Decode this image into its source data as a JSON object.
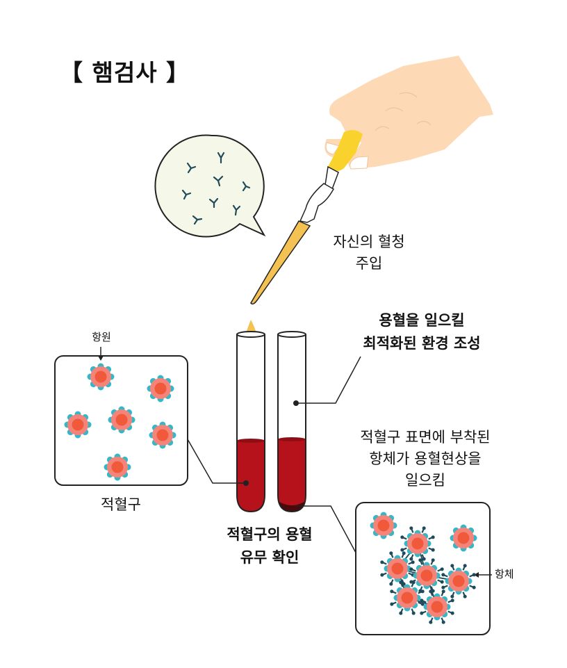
{
  "title": "【 햄검사 】",
  "labels": {
    "serum_line1": "자신의 혈청",
    "serum_line2": "주입",
    "optimal_line1": "용혈을 일으킬",
    "optimal_line2": "최적화된 환경 조성",
    "antibody_effect_line1": "적혈구 표면에 부착된",
    "antibody_effect_line2": "항체가 용혈현상을",
    "antibody_effect_line3": "일으킴",
    "antigen": "항원",
    "rbc": "적혈구",
    "check_line1": "적혈구의 용혈",
    "check_line2": "유무 확인",
    "antibody": "항체"
  },
  "colors": {
    "blood": "#b5121b",
    "skin": "#fdd9b5",
    "dropper_bulb": "#f9d22d",
    "serum": "#f4c252",
    "cell_core": "#f05a3a",
    "cell_outer": "#f4837a",
    "antigen": "#35b7c6",
    "antibody": "#1e4a5a",
    "bubble": "#f5f8e8"
  }
}
